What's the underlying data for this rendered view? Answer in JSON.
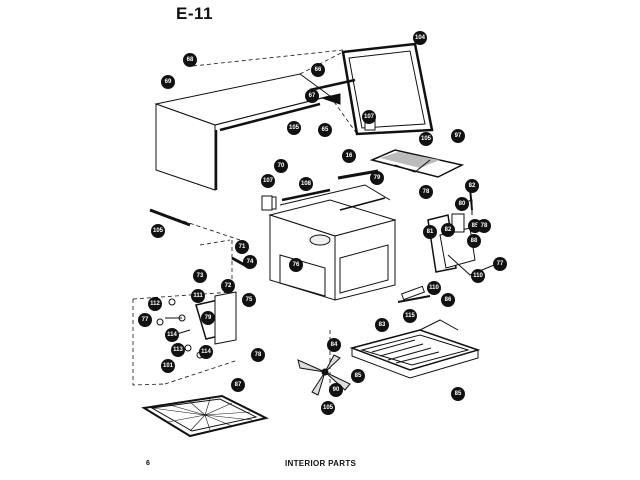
{
  "header": {
    "title": "E-11"
  },
  "footer": {
    "page_number": "6",
    "caption": "INTERIOR PARTS"
  },
  "callouts": [
    {
      "label": "69"
    },
    {
      "label": "68"
    },
    {
      "label": "66"
    },
    {
      "label": "67"
    },
    {
      "label": "65"
    },
    {
      "label": "105"
    },
    {
      "label": "107"
    },
    {
      "label": "105"
    },
    {
      "label": "104"
    },
    {
      "label": "97"
    },
    {
      "label": "70"
    },
    {
      "label": "107"
    },
    {
      "label": "108"
    },
    {
      "label": "16"
    },
    {
      "label": "78"
    },
    {
      "label": "79"
    },
    {
      "label": "82"
    },
    {
      "label": "80"
    },
    {
      "label": "85"
    },
    {
      "label": "88"
    },
    {
      "label": "105"
    },
    {
      "label": "71"
    },
    {
      "label": "74"
    },
    {
      "label": "73"
    },
    {
      "label": "72"
    },
    {
      "label": "75"
    },
    {
      "label": "76"
    },
    {
      "label": "81"
    },
    {
      "label": "82"
    },
    {
      "label": "78"
    },
    {
      "label": "77"
    },
    {
      "label": "110"
    },
    {
      "label": "110"
    },
    {
      "label": "86"
    },
    {
      "label": "112"
    },
    {
      "label": "111"
    },
    {
      "label": "77"
    },
    {
      "label": "114"
    },
    {
      "label": "113"
    },
    {
      "label": "78"
    },
    {
      "label": "101"
    },
    {
      "label": "114"
    },
    {
      "label": "115"
    },
    {
      "label": "79"
    },
    {
      "label": "83"
    },
    {
      "label": "84"
    },
    {
      "label": "85"
    },
    {
      "label": "90"
    },
    {
      "label": "105"
    },
    {
      "label": "85"
    },
    {
      "label": "87"
    }
  ]
}
